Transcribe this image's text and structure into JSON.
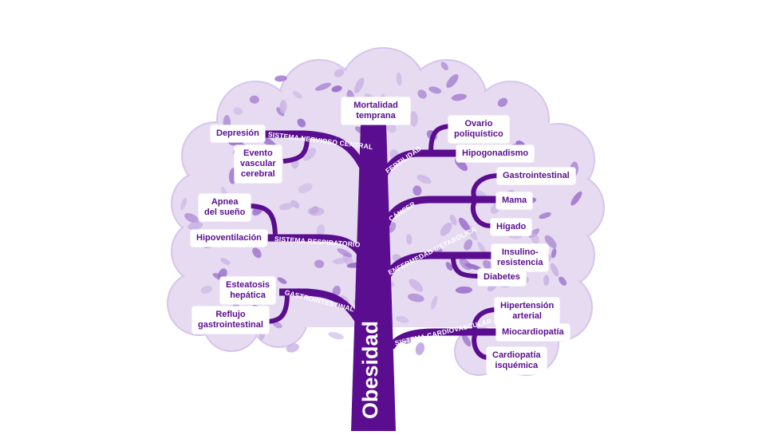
{
  "trunk": "Obesidad",
  "top": "Mortalidad temprana",
  "systems": {
    "nervioso": "SISTEMA NERVIOSO CENTRAL",
    "respiratorio": "SISTEMA RESPIRATORIO",
    "gastro": "GASTROINTESTINAL",
    "fertilidad": "FERTILIDAD",
    "cancer": "CÁNCER",
    "metabolica": "ENFERMEDAD METABÓLICA",
    "cardio": "SISTEMA CARDIOVASCULAR"
  },
  "leaves": {
    "depresion": "Depresión",
    "evento": [
      "Evento",
      "vascular",
      "cerebral"
    ],
    "apnea": [
      "Apnea",
      "del sueño"
    ],
    "hipoventilacion": "Hipoventilación",
    "esteatosis": [
      "Esteatosis",
      "hepática"
    ],
    "reflujo": [
      "Reflujo",
      "gastrointestinal"
    ],
    "ovario": [
      "Ovario",
      "poliquístico"
    ],
    "hipogonadismo": "Hipogonadismo",
    "gastrointestinal": "Gastrointestinal",
    "mama": "Mama",
    "higado": "Hígado",
    "insulino": [
      "Insulino-",
      "resistencia"
    ],
    "diabetes": "Diabetes",
    "hipertension": [
      "Hipertensión",
      "arterial"
    ],
    "miocardiopatia": "Miocardiopatía",
    "cardiopatia": [
      "Cardiopatía",
      "isquémica"
    ]
  },
  "colors": {
    "trunk": "#5a0e8f",
    "canopy": "#e6dbf1",
    "canopy_border": "#d3c2e8",
    "leaf_dark": "#9b6fcb",
    "leaf_light": "#c9b3e3"
  }
}
